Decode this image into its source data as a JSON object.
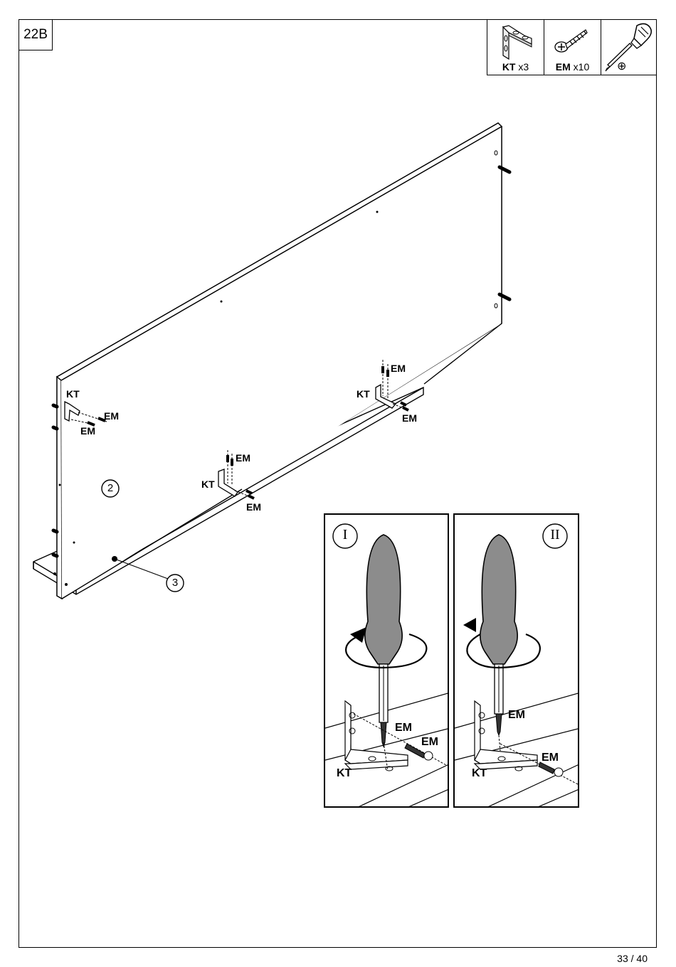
{
  "step": "22B",
  "parts": [
    {
      "code": "KT",
      "qty": "x3",
      "icon": "l-bracket-icon"
    },
    {
      "code": "EM",
      "qty": "x10",
      "icon": "screw-icon"
    }
  ],
  "tool": {
    "symbol": "⊕",
    "icon": "screwdriver-icon"
  },
  "callouts": {
    "panel": "2",
    "base": "3"
  },
  "labels": {
    "kt": "KT",
    "em": "EM"
  },
  "details": [
    {
      "numeral": "I",
      "kt": "KT",
      "em1": "EM",
      "em2": "EM"
    },
    {
      "numeral": "II",
      "kt": "KT",
      "em1": "EM",
      "em2": "EM"
    }
  ],
  "page": "33 / 40"
}
